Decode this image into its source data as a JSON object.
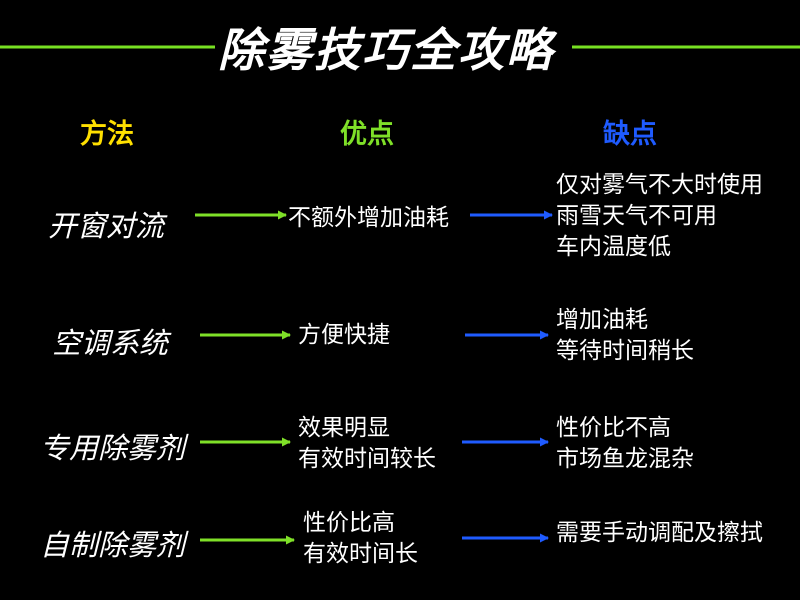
{
  "title": "除雾技巧全攻略",
  "headers": {
    "method": "方法",
    "pros": "优点",
    "cons": "缺点"
  },
  "colors": {
    "background": "#000000",
    "text": "#ffffff",
    "title_rule": "#77e022",
    "method_header": "#ffe000",
    "pros_header": "#7fe028",
    "cons_header": "#1f5bff",
    "arrow_green": "#7fe028",
    "arrow_blue": "#1f5bff"
  },
  "rows": [
    {
      "method": "开窗对流",
      "pros": [
        "不额外增加油耗"
      ],
      "cons": [
        "仅对雾气不大时使用",
        "雨雪天气不可用",
        "车内温度低"
      ]
    },
    {
      "method": "空调系统",
      "pros": [
        "方便快捷"
      ],
      "cons": [
        "增加油耗",
        "等待时间稍长"
      ]
    },
    {
      "method": "专用除雾剂",
      "pros": [
        "效果明显",
        "有效时间较长"
      ],
      "cons": [
        "性价比不高",
        "市场鱼龙混杂"
      ]
    },
    {
      "method": "自制除雾剂",
      "pros": [
        "性价比高",
        "有效时间长"
      ],
      "cons": [
        "需要手动调配及擦拭"
      ]
    }
  ]
}
